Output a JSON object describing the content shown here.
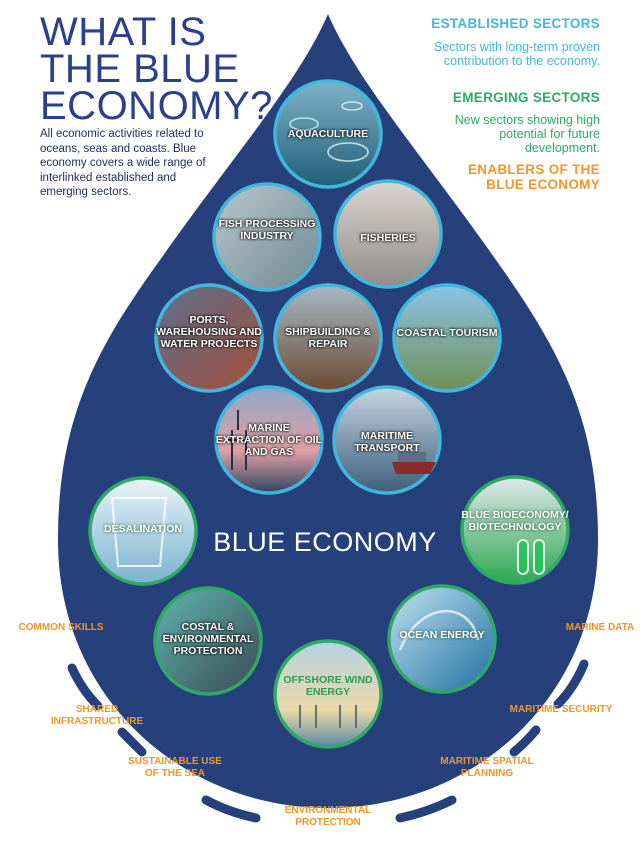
{
  "title": "WHAT IS THE BLUE ECONOMY?",
  "description": "All economic activities related to oceans, seas and coasts. Blue economy covers a wide range of interlinked established and emerging sectors.",
  "legend": {
    "established_heading": "ESTABLISHED SECTORS",
    "established_text": "Sectors with long-term proven contribution to the economy.",
    "emerging_heading": "EMERGING SECTORS",
    "emerging_text": "New sectors showing high potential for future development.",
    "enablers_heading": "ENABLERS OF THE BLUE ECONOMY"
  },
  "center_label": "BLUE ECONOMY",
  "established_sectors": [
    "AQUACULTURE",
    "FISH PROCESSING INDUSTRY",
    "FISHERIES",
    "PORTS, WAREHOUSING AND WATER PROJECTS",
    "SHIPBUILDING & REPAIR",
    "COASTAL TOURISM",
    "MARINE EXTRACTION OF OIL AND GAS",
    "MARITIME TRANSPORT"
  ],
  "emerging_sectors": [
    "DESALINATION",
    "BLUE BIOECONOMY/ BIOTECHNOLOGY",
    "COSTAL & ENVIRONMENTAL PROTECTION",
    "OCEAN ENERGY",
    "OFFSHORE WIND ENERGY"
  ],
  "enablers": [
    "COMMON SKILLS",
    "SHARED INFRASTRUCTURE",
    "SUSTAINABLE USE OF THE SEA",
    "ENVIRONMENTAL PROTECTION",
    "MARITIME SPATIAL PLANNING",
    "MARITIME SECURITY",
    "MARINE DATA"
  ],
  "colors": {
    "drop": "#26407c",
    "established": "#42b7dd",
    "emerging": "#2eaa66",
    "enablers": "#f0962b",
    "title": "#2b3f8a"
  }
}
